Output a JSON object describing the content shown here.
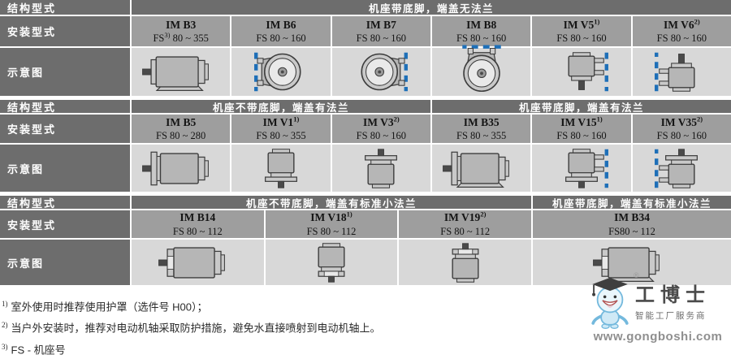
{
  "table": {
    "row_labels": {
      "structure": "结构型式",
      "mounting": "安装型式",
      "diagram": "示意图"
    },
    "sections": [
      {
        "groups": [
          {
            "label": "机座带底脚，端盖无法兰",
            "span": 6
          }
        ],
        "columns": [
          {
            "code": "IM B3",
            "code_sup": "",
            "fs_pre": "FS",
            "fs_sup": "3)",
            "fs_post": " 80 ~ 355",
            "icon": "side-plain-feet",
            "icon_name": "im-b3-motor-diagram-icon"
          },
          {
            "code": "IM B6",
            "code_sup": "",
            "fs_pre": "FS 80 ~ 160",
            "fs_sup": "",
            "fs_post": "",
            "icon": "front-wall-left",
            "icon_name": "im-b6-motor-diagram-icon"
          },
          {
            "code": "IM B7",
            "code_sup": "",
            "fs_pre": "FS 80 ~ 160",
            "fs_sup": "",
            "fs_post": "",
            "icon": "front-wall-right",
            "icon_name": "im-b7-motor-diagram-icon"
          },
          {
            "code": "IM B8",
            "code_sup": "",
            "fs_pre": "FS 80 ~ 160",
            "fs_sup": "",
            "fs_post": "",
            "icon": "front-wall-top",
            "icon_name": "im-b8-motor-diagram-icon"
          },
          {
            "code": "IM V5",
            "code_sup": "1)",
            "fs_pre": "FS 80 ~ 160",
            "fs_sup": "",
            "fs_post": "",
            "icon": "vert-plain-wall-right",
            "icon_name": "im-v5-motor-diagram-icon"
          },
          {
            "code": "IM V6",
            "code_sup": "2)",
            "fs_pre": "FS 80 ~ 160",
            "fs_sup": "",
            "fs_post": "",
            "icon": "vert-plain-wall-left-up",
            "icon_name": "im-v6-motor-diagram-icon"
          }
        ]
      },
      {
        "groups": [
          {
            "label": "机座不带底脚，端盖有法兰",
            "span": 3
          },
          {
            "label": "机座带底脚，端盖有法兰",
            "span": 3
          }
        ],
        "columns": [
          {
            "code": "IM B5",
            "code_sup": "",
            "fs_pre": "FS 80 ~ 280",
            "fs_sup": "",
            "fs_post": "",
            "icon": "side-bigflange",
            "icon_name": "im-b5-motor-diagram-icon"
          },
          {
            "code": "IM V1",
            "code_sup": "1)",
            "fs_pre": "FS 80 ~ 355",
            "fs_sup": "",
            "fs_post": "",
            "icon": "vert-down-bigflange",
            "icon_name": "im-v1-motor-diagram-icon"
          },
          {
            "code": "IM V3",
            "code_sup": "2)",
            "fs_pre": "FS 80 ~ 160",
            "fs_sup": "",
            "fs_post": "",
            "icon": "vert-up-bigflange",
            "icon_name": "im-v3-motor-diagram-icon"
          },
          {
            "code": "IM B35",
            "code_sup": "",
            "fs_pre": "FS 80 ~ 355",
            "fs_sup": "",
            "fs_post": "",
            "icon": "side-bigflange-feet",
            "icon_name": "im-b35-motor-diagram-icon"
          },
          {
            "code": "IM V15",
            "code_sup": "1)",
            "fs_pre": "FS 80 ~ 160",
            "fs_sup": "",
            "fs_post": "",
            "icon": "vert-down-bigflange-wall-right",
            "icon_name": "im-v15-motor-diagram-icon"
          },
          {
            "code": "IM V35",
            "code_sup": "2)",
            "fs_pre": "FS 80 ~ 160",
            "fs_sup": "",
            "fs_post": "",
            "icon": "vert-up-bigflange-wall-left",
            "icon_name": "im-v35-motor-diagram-icon"
          }
        ]
      },
      {
        "groups": [
          {
            "label": "机座不带底脚，端盖有标准小法兰",
            "span": 3
          },
          {
            "label": "机座带底脚，端盖有标准小法兰",
            "span": 1
          }
        ],
        "columns": [
          {
            "code": "IM B14",
            "code_sup": "",
            "fs_pre": "FS 80 ~ 112",
            "fs_sup": "",
            "fs_post": "",
            "icon": "side-smallflange",
            "icon_name": "im-b14-motor-diagram-icon"
          },
          {
            "code": "IM V18",
            "code_sup": "1)",
            "fs_pre": "FS 80 ~ 112",
            "fs_sup": "",
            "fs_post": "",
            "icon": "vert-down-smallflange",
            "icon_name": "im-v18-motor-diagram-icon"
          },
          {
            "code": "IM V19",
            "code_sup": "2)",
            "fs_pre": "FS 80 ~ 112",
            "fs_sup": "",
            "fs_post": "",
            "icon": "vert-up-smallflange",
            "icon_name": "im-v19-motor-diagram-icon"
          },
          {
            "code": "IM B34",
            "code_sup": "",
            "fs_pre": "FS80 ~ 112",
            "fs_sup": "",
            "fs_post": "",
            "icon": "side-smallflange-feet",
            "icon_name": "im-b34-motor-diagram-icon"
          }
        ]
      }
    ]
  },
  "footnotes": [
    {
      "sup": "1)",
      "text": "室外使用时推荐使用护罩（选件号 H00）；"
    },
    {
      "sup": "2)",
      "text": "当户外安装时，推荐对电动机轴采取防护措施，避免水直接喷射到电动机轴上。"
    },
    {
      "sup": "3)",
      "text": "FS - 机座号"
    }
  ],
  "watermark": {
    "brand": "工博士",
    "tagline": "智能工厂服务商",
    "url": "www.gongboshi.com",
    "registered": "®"
  },
  "colors": {
    "header_dark": "#6d6d6d",
    "cell_medium": "#9e9e9e",
    "cell_light": "#d8d8d8",
    "wall_mount_blue": "#1e6fb8",
    "footnote_text": "#2a2a2a"
  }
}
